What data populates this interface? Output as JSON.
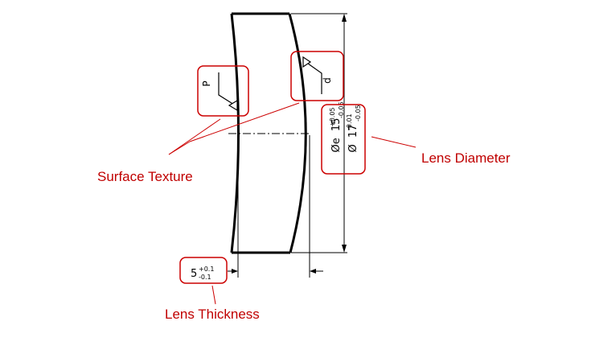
{
  "labels": {
    "surface_texture": "Surface Texture",
    "lens_diameter": "Lens Diameter",
    "lens_thickness": "Lens Thickness"
  },
  "surface_marks": {
    "left": "P",
    "right": "d"
  },
  "dimensions": {
    "effective_diameter": {
      "prefix": "Øe",
      "value": "15",
      "upper_tol": "+0.05",
      "lower_tol": "-0.05"
    },
    "outer_diameter": {
      "prefix": "Ø",
      "value": "17",
      "upper_tol": "-0.01",
      "lower_tol": "-0.05"
    },
    "thickness": {
      "value": "5",
      "upper_tol": "+0.1",
      "lower_tol": "-0.1"
    }
  },
  "colors": {
    "callout": "#cc0000",
    "drawing": "#000000",
    "background": "#ffffff"
  }
}
